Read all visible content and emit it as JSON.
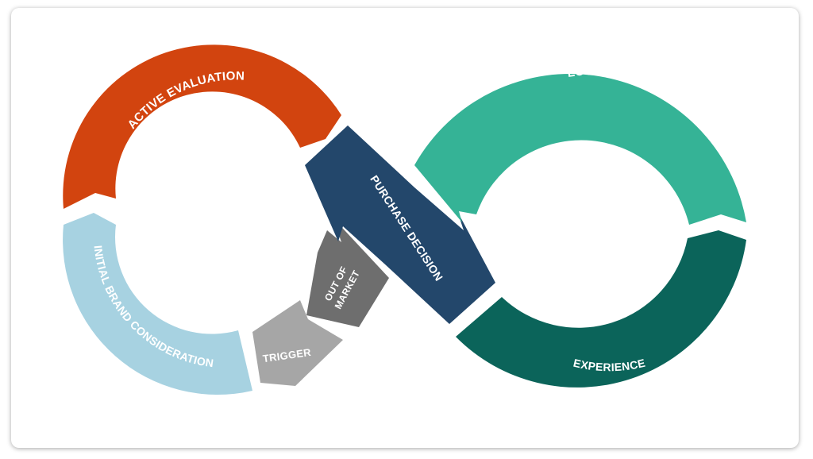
{
  "stages": {
    "active_evaluation": "ACTIVE EVALUATION",
    "initial_brand_consideration": "INITIAL BRAND CONSIDERATION",
    "trigger": "TRIGGER",
    "out_of_market_line1": "OUT OF",
    "out_of_market_line2": "MARKET",
    "purchase_decision": "PURCHASE DECISION",
    "loyalty": "LOYALTY",
    "experience": "EXPERIENCE"
  },
  "colors": {
    "active_evaluation": "#d2440f",
    "initial_brand_consideration": "#a7d2e1",
    "trigger": "#a6a6a6",
    "out_of_market": "#6e6e6e",
    "purchase_decision": "#23476b",
    "loyalty": "#35b396",
    "experience": "#0b645a"
  }
}
